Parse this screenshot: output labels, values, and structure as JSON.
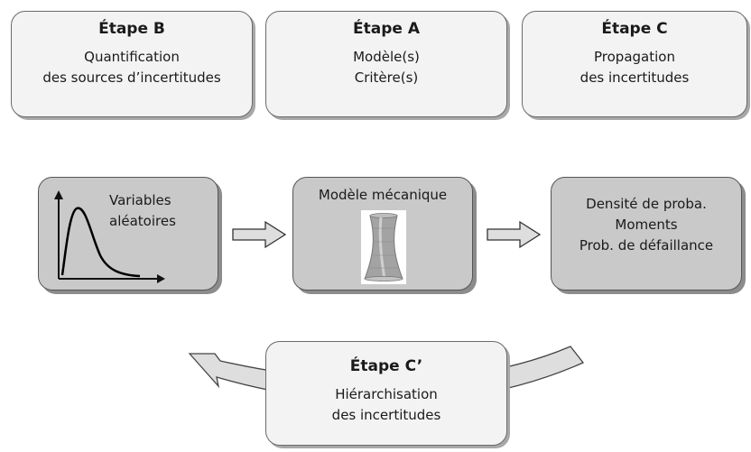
{
  "stages": {
    "b": {
      "title": "Étape B",
      "line1": "Quantification",
      "line2": "des sources d’incertitudes"
    },
    "a": {
      "title": "Étape A",
      "line1": "Modèle(s)",
      "line2": "Critère(s)"
    },
    "c": {
      "title": "Étape C",
      "line1": "Propagation",
      "line2": "des incertitudes"
    },
    "c_prime": {
      "title": "Étape C’",
      "line1": "Hiérarchisation",
      "line2": "des incertitudes"
    }
  },
  "process": {
    "inputs": {
      "line1": "Variables",
      "line2": "aléatoires"
    },
    "model": {
      "label": "Modèle mécanique"
    },
    "outputs": {
      "line1": "Densité de proba.",
      "line2": "Moments",
      "line3": "Prob. de défaillance"
    }
  },
  "colors": {
    "stage_fill": "#f3f3f3",
    "process_fill": "#c9c9c9",
    "arrow_fill": "#dedede"
  },
  "icons": {
    "density_curve": "probability-density-curve-icon",
    "structure": "cooling-tower-mesh-icon"
  }
}
